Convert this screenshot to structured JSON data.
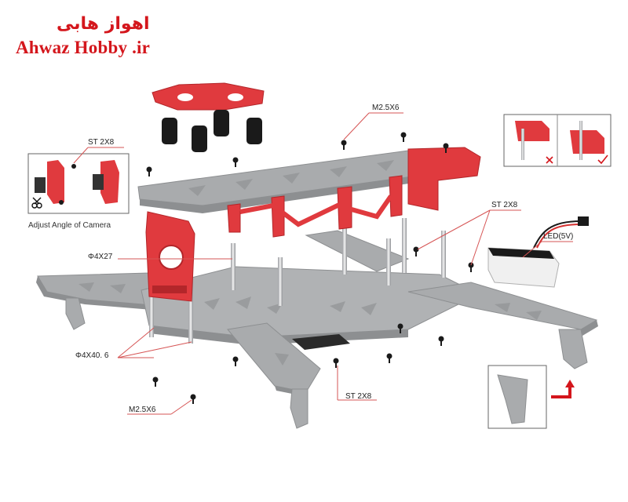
{
  "watermark": {
    "persian": "اهواز هابی",
    "english": "Ahwaz Hobby .ir"
  },
  "labels": {
    "m25x6_top": "M2.5X6",
    "st2x8_left": "ST 2X8",
    "adjust_camera": "Adjust Angle of Camera",
    "phi4x27": "Φ4X27",
    "phi4x40_6": "Φ4X40. 6",
    "m25x6_bottom": "M2.5X6",
    "st2x8_bottom": "ST 2X8",
    "st2x8_right": "ST 2X8",
    "led": "LED(5V)"
  },
  "colors": {
    "frame_gray": "#a9abad",
    "frame_dark": "#8d8f91",
    "part_red": "#e03a3e",
    "part_red_dark": "#b3262a",
    "leader": "#d65454",
    "watermark": "#d4161c"
  },
  "icons": {
    "wrong_mark": "cross-mark-icon",
    "right_mark": "check-mark-icon",
    "scissors": "scissors-icon",
    "arrow": "red-arrow-icon"
  }
}
